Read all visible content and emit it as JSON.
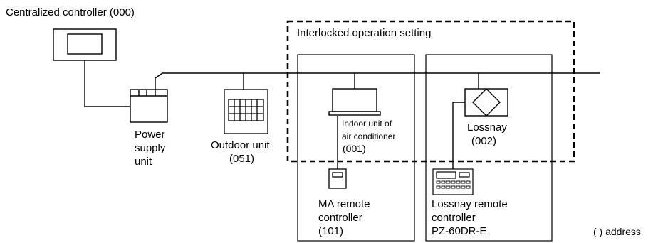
{
  "labels": {
    "centralized_controller": "Centralized controller (000)",
    "interlocked_setting": "Interlocked operation setting",
    "power_supply_lines": [
      "Power",
      "supply",
      "unit"
    ],
    "outdoor_unit_lines": [
      "Outdoor unit",
      "(051)"
    ],
    "indoor_unit_lines": [
      "Indoor unit of",
      "air conditioner",
      "(001)"
    ],
    "lossnay_lines": [
      "Lossnay",
      "(002)"
    ],
    "ma_remote_lines": [
      "MA remote",
      "controller",
      "(101)"
    ],
    "lossnay_remote_lines": [
      "Lossnay remote",
      "controller",
      "PZ-60DR-E"
    ],
    "address_note": "( ) address"
  },
  "colors": {
    "line": "#000000",
    "background": "#ffffff"
  }
}
